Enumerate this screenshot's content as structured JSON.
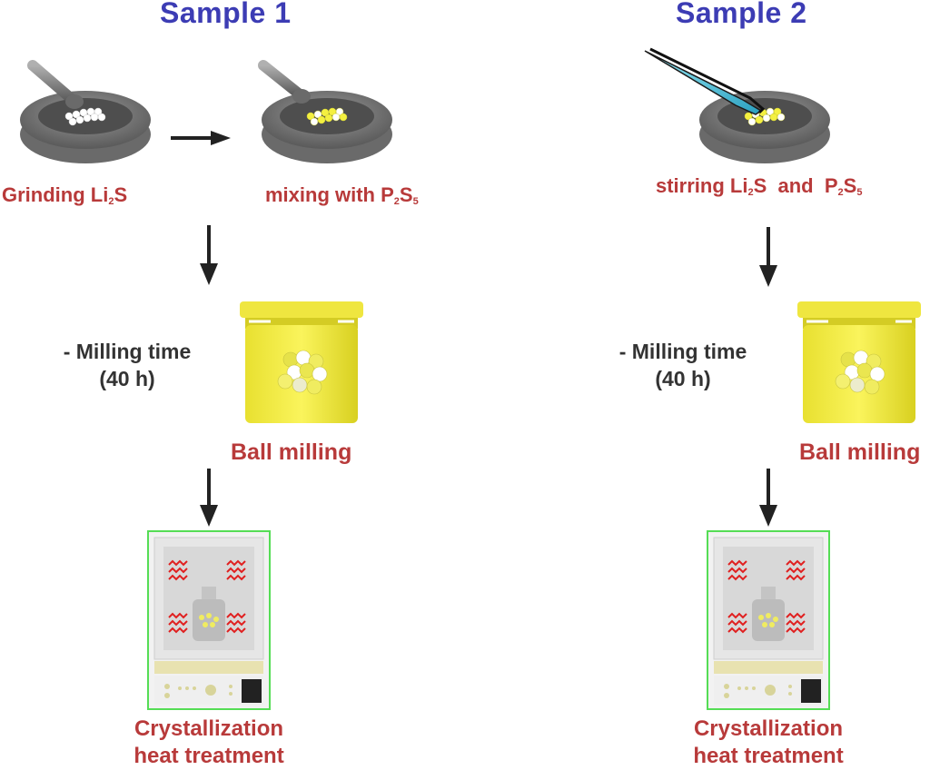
{
  "sample1": {
    "title": "Sample 1",
    "grind_label": {
      "pre": "Grinding Li",
      "sub": "2",
      "post": "S"
    },
    "mix_label": {
      "pre": "mixing with P",
      "sub1": "2",
      "mid": "S",
      "sub2": "5"
    },
    "milling_time": "- Milling time",
    "milling_duration": "(40 h)",
    "ball_milling": "Ball milling",
    "cryst_line1": "Crystallization",
    "cryst_line2": "heat treatment"
  },
  "sample2": {
    "title": "Sample 2",
    "stir_label": {
      "pre": "stirring Li",
      "sub1": "2",
      "mid": "S  and  P",
      "sub2": "2",
      "mid2": "S",
      "sub3": "5"
    },
    "milling_time": "- Milling time",
    "milling_duration": "(40 h)",
    "ball_milling": "Ball milling",
    "cryst_line1": "Crystallization",
    "cryst_line2": "heat treatment"
  },
  "colors": {
    "title_blue": "#3c3cb4",
    "label_red": "#b83a3a",
    "jar_yellow": "#f2ec3c",
    "furnace_border": "#55dd55",
    "heater_red": "#e02020"
  }
}
